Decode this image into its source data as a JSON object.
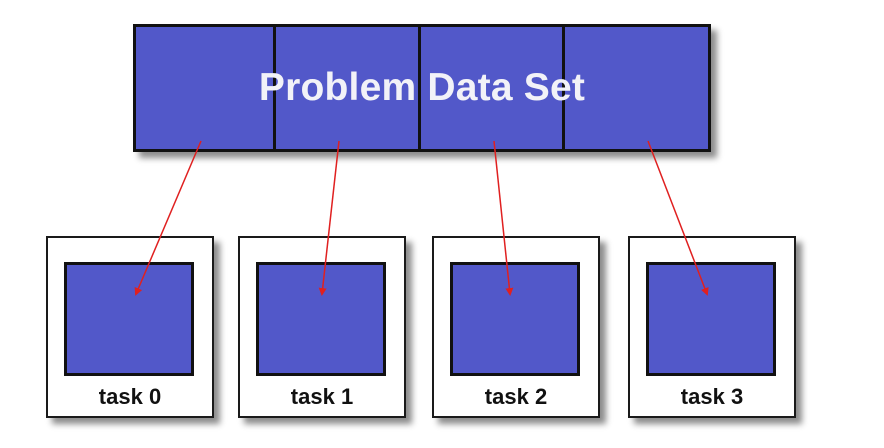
{
  "dataset": {
    "title": "Problem Data Set",
    "segments": 4
  },
  "tasks": [
    {
      "label": "task 0"
    },
    {
      "label": "task 1"
    },
    {
      "label": "task 2"
    },
    {
      "label": "task 3"
    }
  ],
  "colors": {
    "block_fill": "#5258c9",
    "border": "#111111",
    "arrow": "#e02020",
    "title_text": "#f2f2f8"
  }
}
